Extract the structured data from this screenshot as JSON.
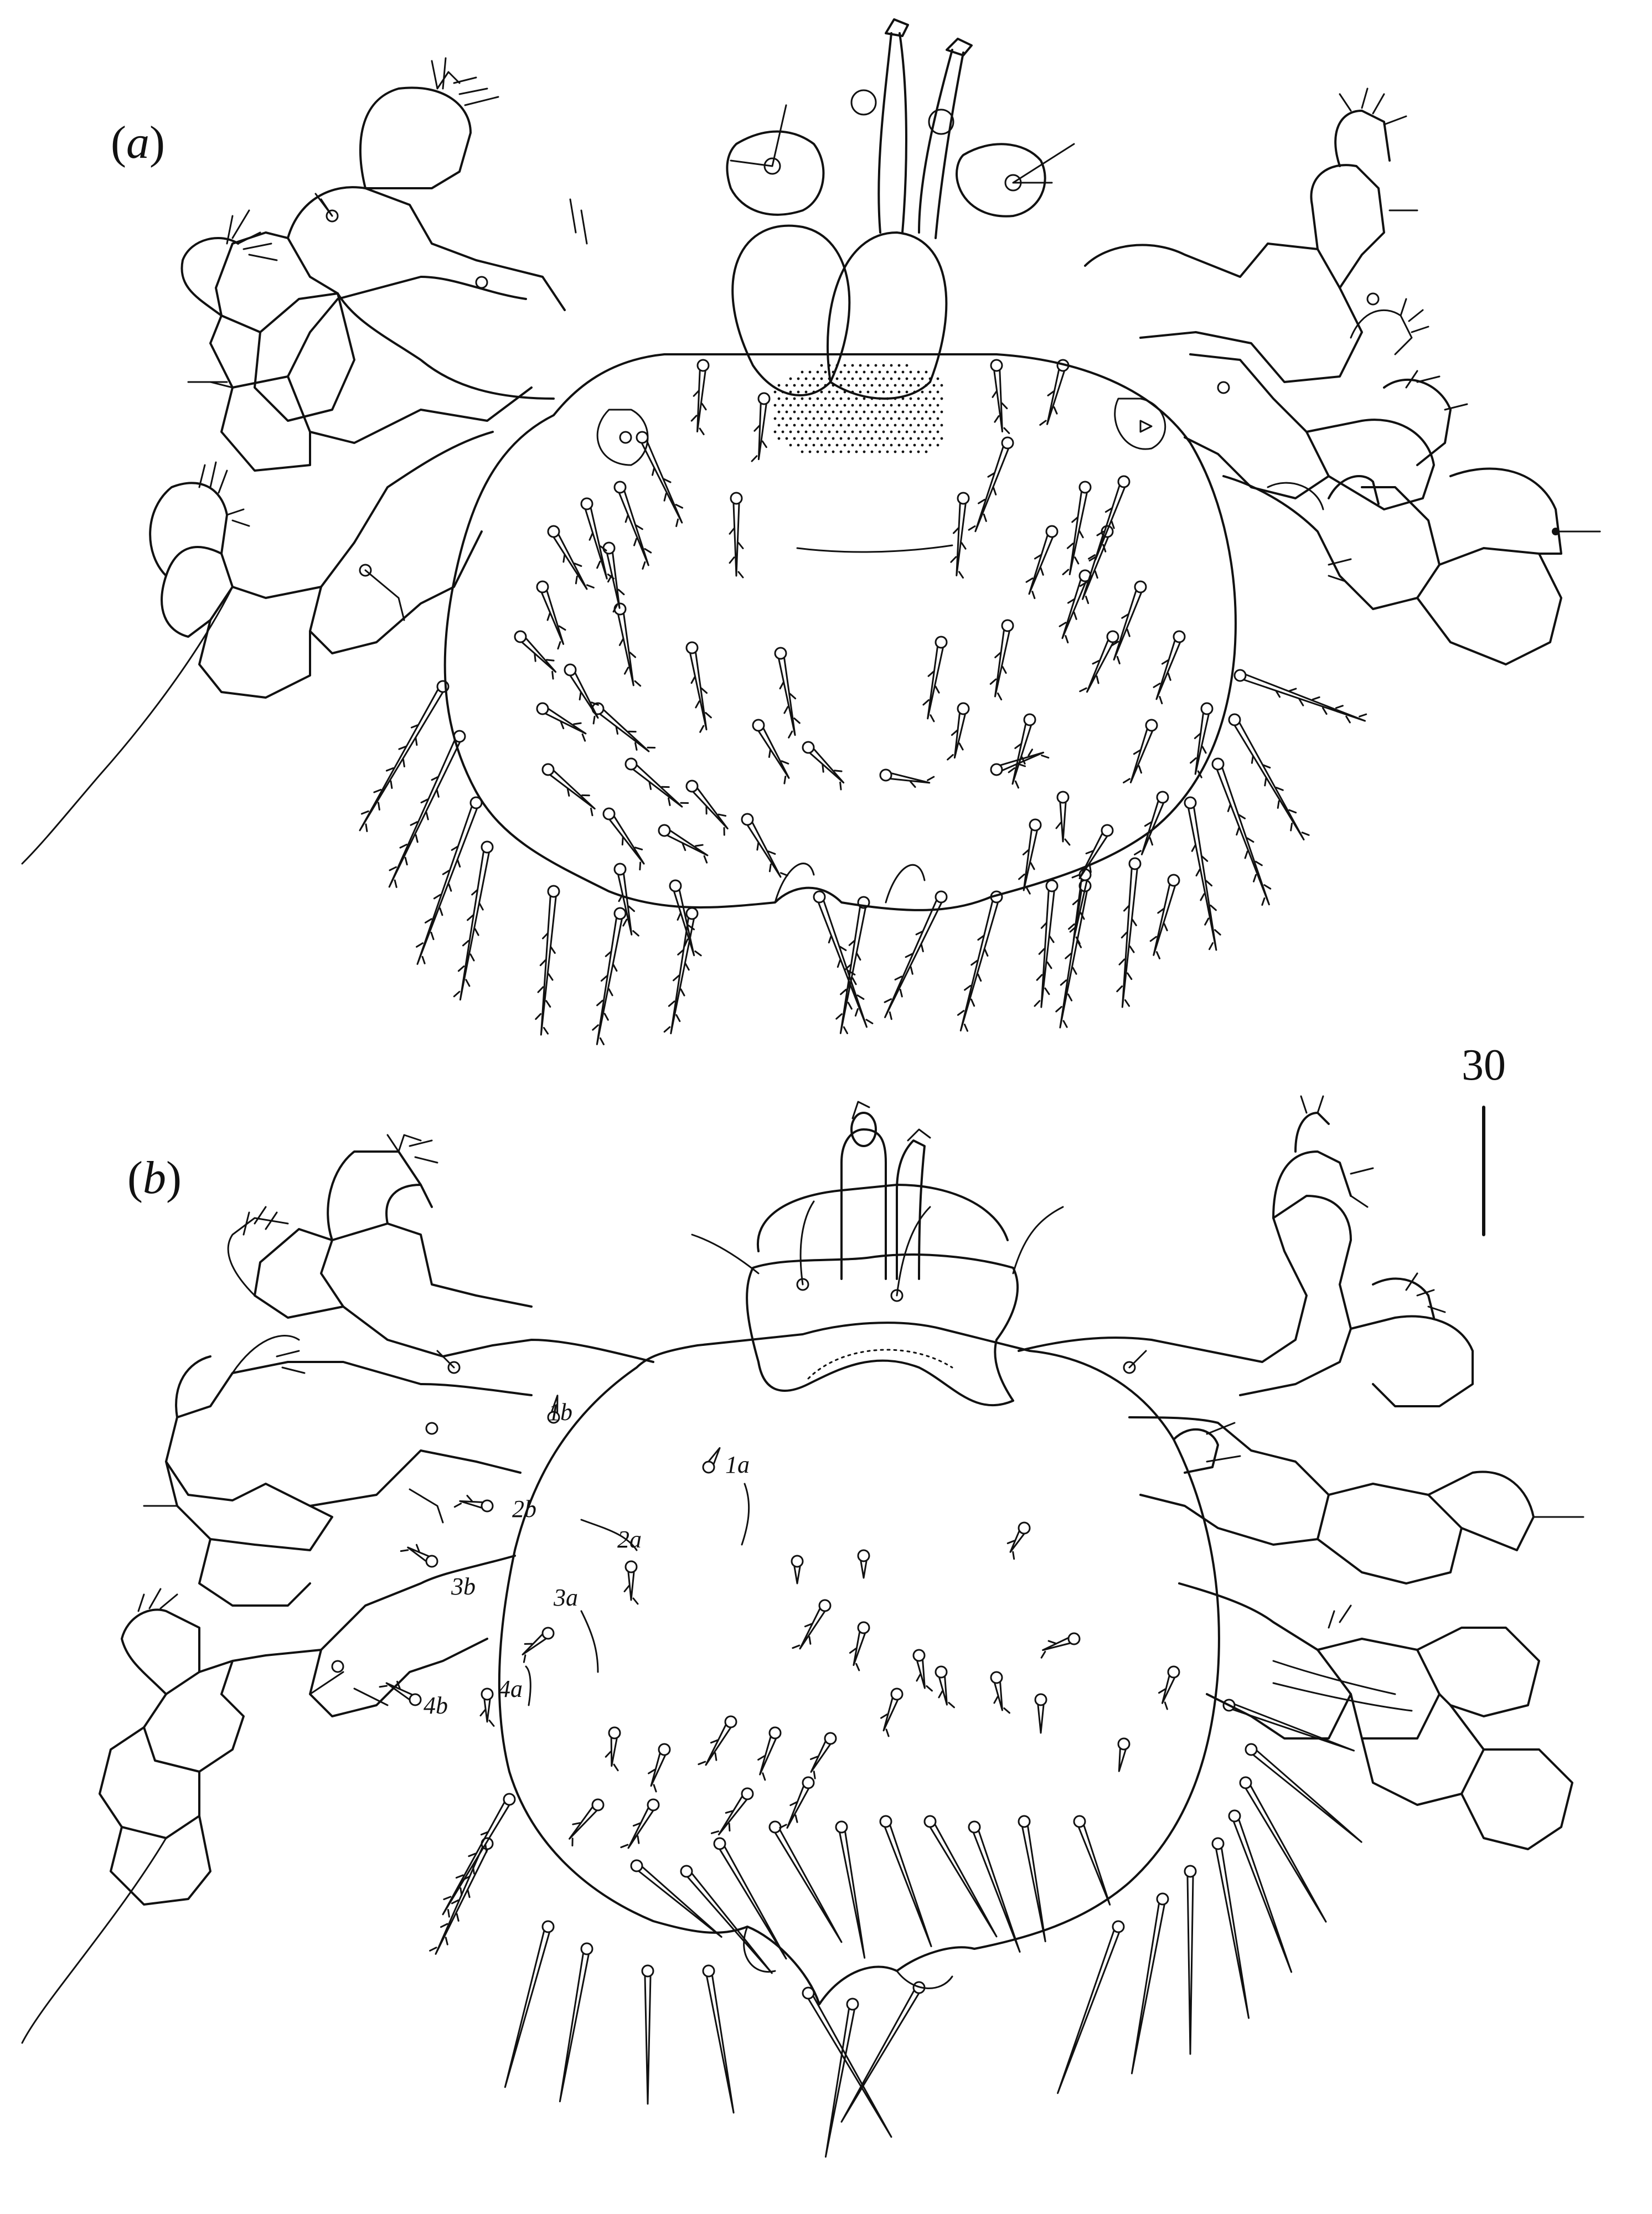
{
  "figure": {
    "panel_a": {
      "open": "(",
      "letter": "a",
      "close": ")"
    },
    "panel_b": {
      "open": "(",
      "letter": "b",
      "close": ")"
    },
    "scale_bar_label": "30",
    "seta_labels": [
      "1a",
      "1b",
      "2a",
      "2b",
      "3a",
      "3b",
      "4a",
      "4b"
    ],
    "colors": {
      "ink": "#111111",
      "background": "#ffffff"
    }
  }
}
